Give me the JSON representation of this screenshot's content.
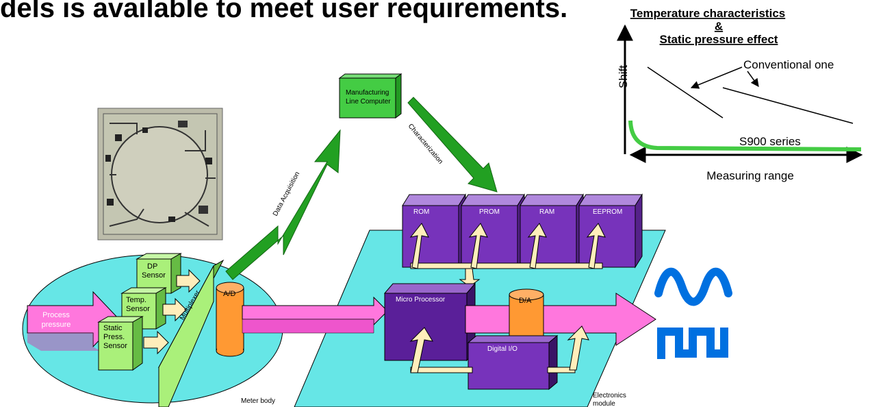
{
  "headline": "dels is available to meet user requirements.",
  "inset": {
    "title_line1": "Temperature characteristics",
    "title_amp": "&",
    "title_line2": "Static pressure effect",
    "y_axis_label": "Shift",
    "x_axis_label": "Measuring range",
    "conventional_label": "Conventional one",
    "s900_label": "S900 series"
  },
  "labels": {
    "process_pressure": [
      "Process",
      "pressure"
    ],
    "dp_sensor": [
      "DP",
      "Sensor"
    ],
    "temp_sensor": [
      "Temp.",
      "Sensor"
    ],
    "static_sensor": [
      "Static",
      "Press.",
      "Sensor"
    ],
    "multiplexer": "Multiplexer",
    "ad": "A/D",
    "meter_body": "Meter body",
    "data_acquisition": "Data Acquisition",
    "manufacturing_computer": [
      "Manufacturing",
      "Line Computer"
    ],
    "characterization": "Characterization",
    "rom": "ROM",
    "prom": "PROM",
    "ram": "RAM",
    "eeprom": "EEPROM",
    "micro_processor": "Micro Processor",
    "da": "D/A",
    "digital_io": "Digital I/O",
    "electronics_module": [
      "Electronics",
      "module"
    ]
  },
  "colors": {
    "cyan_base": "#66e6e6",
    "green_box": "#44cc44",
    "light_green": "#aaf07a",
    "purple": "#7733bb",
    "pink_arrow": "#ff77dd",
    "orange": "#ff9933",
    "blue_signal": "#0070e0",
    "yellow_arrow": "#ffeebb"
  }
}
